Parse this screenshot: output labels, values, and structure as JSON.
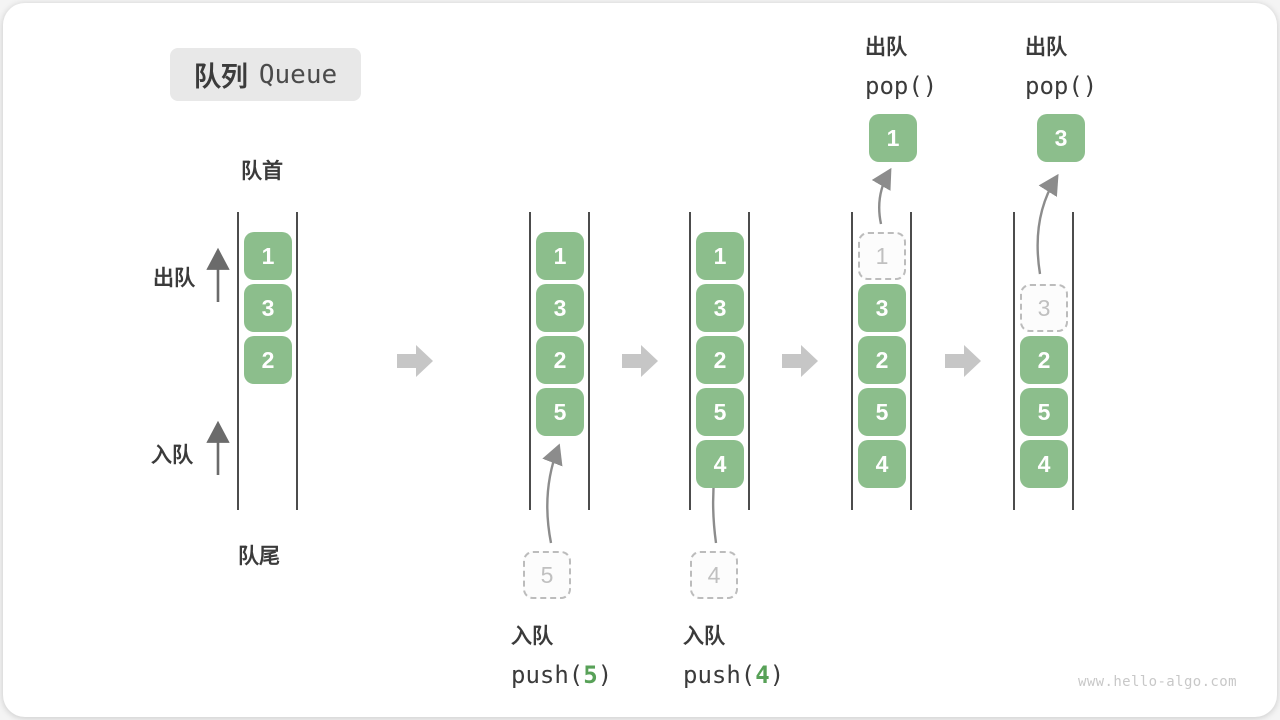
{
  "title": {
    "zh": "队列",
    "en": "Queue"
  },
  "labels": {
    "front": "队首",
    "rear": "队尾",
    "dequeue": "出队",
    "enqueue": "入队"
  },
  "states": [
    {
      "elements": [
        "1",
        "3",
        "2"
      ]
    },
    {
      "elements": [
        "1",
        "3",
        "2",
        "5"
      ],
      "incoming_value": "5",
      "op": {
        "name": "入队",
        "fn_open": "push(",
        "arg": "5",
        "fn_close": ")"
      }
    },
    {
      "elements": [
        "1",
        "3",
        "2",
        "5",
        "4"
      ],
      "incoming_value": "4",
      "op": {
        "name": "入队",
        "fn_open": "push(",
        "arg": "4",
        "fn_close": ")"
      }
    },
    {
      "elements": [
        "3",
        "2",
        "5",
        "4"
      ],
      "ghost_value": "1",
      "popped_value": "1",
      "op": {
        "name": "出队",
        "fn_open": "pop()",
        "arg": "",
        "fn_close": ""
      }
    },
    {
      "elements": [
        "2",
        "5",
        "4"
      ],
      "ghost_value": "3",
      "popped_value": "3",
      "op": {
        "name": "出队",
        "fn_open": "pop()",
        "arg": "",
        "fn_close": ""
      }
    }
  ],
  "watermark": "www.hello-algo.com",
  "colors": {
    "green": "#8cbe8c",
    "green_accent": "#58a158",
    "dark_text": "#3b3b3b",
    "line": "#4c4c4c",
    "block_arrow": "#c6c6c6",
    "thin_arrow": "#8c8c8c",
    "ghost_border": "#bcbcbc",
    "ghost_text": "#c0c0c0",
    "title_bg": "#e8e8e8",
    "watermark": "#c8c8c8"
  }
}
